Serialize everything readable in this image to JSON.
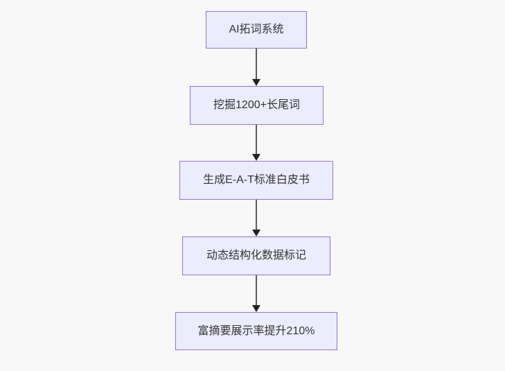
{
  "diagram": {
    "type": "flowchart",
    "direction": "top-down",
    "nodes": [
      {
        "id": "n1",
        "label": "AI拓词系统"
      },
      {
        "id": "n2",
        "label": "挖掘1200+长尾词"
      },
      {
        "id": "n3",
        "label": "生成E-A-T标准白皮书"
      },
      {
        "id": "n4",
        "label": "动态结构化数据标记"
      },
      {
        "id": "n5",
        "label": "富摘要展示率提升210%"
      }
    ],
    "edges": [
      {
        "from": "n1",
        "to": "n2"
      },
      {
        "from": "n2",
        "to": "n3"
      },
      {
        "from": "n3",
        "to": "n4"
      },
      {
        "from": "n4",
        "to": "n5"
      }
    ],
    "colors": {
      "node_fill": "#ECECFF",
      "node_border": "#9370DB",
      "node_text": "#333333",
      "arrow_line": "#5a5a5a",
      "arrow_head": "#222222",
      "background": "#f8f8f8"
    }
  }
}
